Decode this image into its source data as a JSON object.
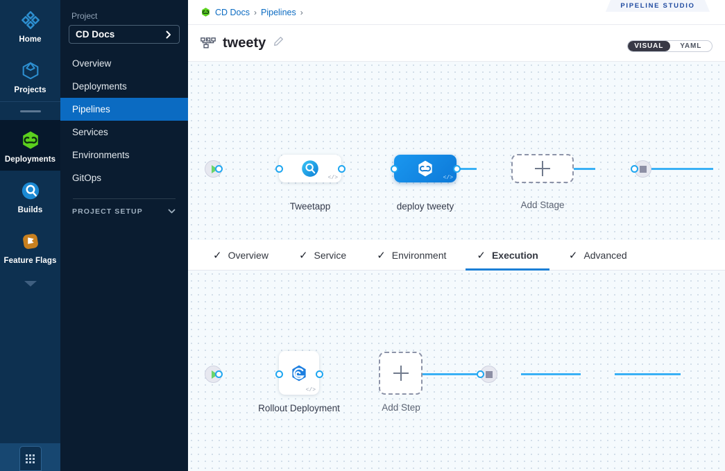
{
  "rail": {
    "items": [
      {
        "label": "Home",
        "icon": "home-clover-icon",
        "active": false
      },
      {
        "label": "Projects",
        "icon": "cube-icon",
        "active": false
      },
      {
        "label": "Deployments",
        "icon": "deployments-hexagon-icon",
        "active": true
      },
      {
        "label": "Builds",
        "icon": "builds-circle-icon",
        "active": false
      },
      {
        "label": "Feature Flags",
        "icon": "feature-flags-icon",
        "active": false
      }
    ],
    "more_caret": "caret-down-icon",
    "grid_button": "app-grid-icon"
  },
  "sidebar": {
    "section_label": "Project",
    "project_name": "CD Docs",
    "chevron": "chevron-right-icon",
    "items": [
      {
        "label": "Overview",
        "active": false
      },
      {
        "label": "Deployments",
        "active": false
      },
      {
        "label": "Pipelines",
        "active": true
      },
      {
        "label": "Services",
        "active": false
      },
      {
        "label": "Environments",
        "active": false
      },
      {
        "label": "GitOps",
        "active": false
      }
    ],
    "setup_label": "PROJECT SETUP",
    "setup_chevron": "chevron-down-icon"
  },
  "breadcrumb": {
    "module_icon": "deployments-hexagon-icon",
    "items": [
      "CD Docs",
      "Pipelines"
    ],
    "separator": "›"
  },
  "header": {
    "studio_tag": "PIPELINE STUDIO",
    "pipeline_icon": "pipeline-diagram-icon",
    "pipeline_name": "tweety",
    "edit_icon": "pencil-icon",
    "view_toggle": {
      "options": [
        "VISUAL",
        "YAML"
      ],
      "selected": "VISUAL"
    }
  },
  "stage_canvas": {
    "start_node": "start-play-icon",
    "end_node": "end-stop-icon",
    "stages": [
      {
        "label": "Tweetapp",
        "icon": "builds-circle-icon",
        "selected": false,
        "code_mark": "</>"
      },
      {
        "label": "deploy tweety",
        "icon": "deployments-hexagon-icon",
        "selected": true,
        "code_mark": "</>"
      }
    ],
    "add_stage": {
      "label": "Add Stage",
      "icon": "plus-icon"
    }
  },
  "tabs": [
    {
      "label": "Overview",
      "check": "✓",
      "active": false
    },
    {
      "label": "Service",
      "check": "✓",
      "active": false
    },
    {
      "label": "Environment",
      "check": "✓",
      "active": false
    },
    {
      "label": "Execution",
      "check": "✓",
      "active": true
    },
    {
      "label": "Advanced",
      "check": "✓",
      "active": false
    }
  ],
  "step_canvas": {
    "start_node": "start-play-icon",
    "end_node": "end-stop-icon",
    "steps": [
      {
        "label": "Rollout Deployment",
        "icon": "rollout-deployment-icon",
        "code_mark": "</>"
      }
    ],
    "add_step": {
      "label": "Add Step",
      "icon": "plus-icon"
    }
  },
  "colors": {
    "accent_blue": "#0b6bc2",
    "connector_blue": "#39b0f5",
    "selected_stage": "#1a97ef",
    "rail_bg": "#0d3050",
    "sidebar_bg": "#0a1c30",
    "canvas_bg": "#f5fafd",
    "green": "#5bd01e",
    "studio_text": "#204ba0"
  }
}
